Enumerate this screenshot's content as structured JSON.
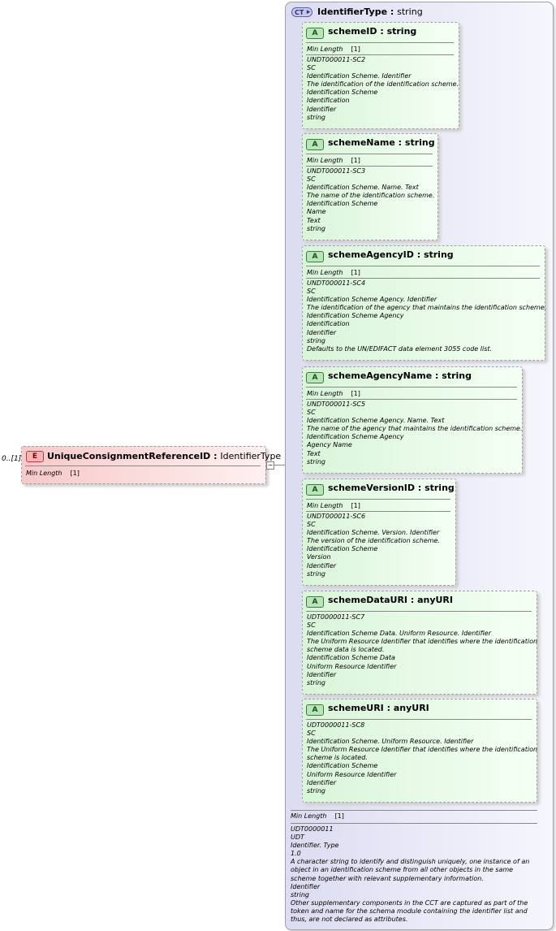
{
  "element": {
    "occurs": "0..[1]",
    "badge": "E",
    "name": "UniqueConsignmentReferenceID",
    "type": "IdentifierType",
    "facet_label": "Min Length",
    "facet_value": "[1]"
  },
  "complex_type": {
    "badge": "CT",
    "name": "IdentifierType",
    "type": "string",
    "facet_label": "Min Length",
    "facet_value": "[1]",
    "docs": [
      "UDT0000011",
      "UDT",
      "Identifier. Type",
      "1.0",
      "A character string to identify and distinguish uniquely, one instance of an",
      "object in an identification scheme from all other objects in the same",
      "scheme together with relevant supplementary information.",
      "Identifier",
      "string",
      "Other supplementary components in the CCT are captured as part of the",
      "token and name for the schema module containing the identifier list and",
      "thus, are not declared as attributes."
    ]
  },
  "attributes": [
    {
      "badge": "A",
      "name": "schemeID",
      "type": "string",
      "facet_label": "Min Length",
      "facet_value": "[1]",
      "docs": [
        "UNDT000011-SC2",
        "SC",
        "Identification Scheme. Identifier",
        "The identification of the identification scheme.",
        "Identification Scheme",
        "Identification",
        "Identifier",
        "string"
      ]
    },
    {
      "badge": "A",
      "name": "schemeName",
      "type": "string",
      "facet_label": "Min Length",
      "facet_value": "[1]",
      "docs": [
        "UNDT000011-SC3",
        "SC",
        "Identification Scheme. Name. Text",
        "The name of the identification scheme.",
        "Identification Scheme",
        "Name",
        "Text",
        "string"
      ]
    },
    {
      "badge": "A",
      "name": "schemeAgencyID",
      "type": "string",
      "facet_label": "Min Length",
      "facet_value": "[1]",
      "docs": [
        "UNDT000011-SC4",
        "SC",
        "Identification Scheme Agency. Identifier",
        "The identification of the agency that maintains the identification scheme.",
        "Identification Scheme Agency",
        "Identification",
        "Identifier",
        "string",
        "Defaults to the UN/EDIFACT data element 3055 code list."
      ]
    },
    {
      "badge": "A",
      "name": "schemeAgencyName",
      "type": "string",
      "facet_label": "Min Length",
      "facet_value": "[1]",
      "docs": [
        "UNDT000011-SC5",
        "SC",
        "Identification Scheme Agency. Name. Text",
        "The name of the agency that maintains the identification scheme.",
        "Identification Scheme Agency",
        "Agency Name",
        "Text",
        "string"
      ]
    },
    {
      "badge": "A",
      "name": "schemeVersionID",
      "type": "string",
      "facet_label": "Min Length",
      "facet_value": "[1]",
      "docs": [
        "UNDT000011-SC6",
        "SC",
        "Identification Scheme. Version. Identifier",
        "The version of the identification scheme.",
        "Identification Scheme",
        "Version",
        "Identifier",
        "string"
      ]
    },
    {
      "badge": "A",
      "name": "schemeDataURI",
      "type": "anyURI",
      "docs": [
        "UDT0000011-SC7",
        "SC",
        "Identification Scheme Data. Uniform Resource. Identifier",
        "The Uniform Resource Identifier that identifies where the identification",
        "scheme data is located.",
        "Identification Scheme Data",
        "Uniform Resource Identifier",
        "Identifier",
        "string"
      ]
    },
    {
      "badge": "A",
      "name": "schemeURI",
      "type": "anyURI",
      "docs": [
        "UDT0000011-SC8",
        "SC",
        "Identification Scheme. Uniform Resource. Identifier",
        "The Uniform Resource Identifier that identifies where the identification",
        "scheme is located.",
        "Identification Scheme",
        "Uniform Resource Identifier",
        "Identifier",
        "string"
      ]
    }
  ]
}
